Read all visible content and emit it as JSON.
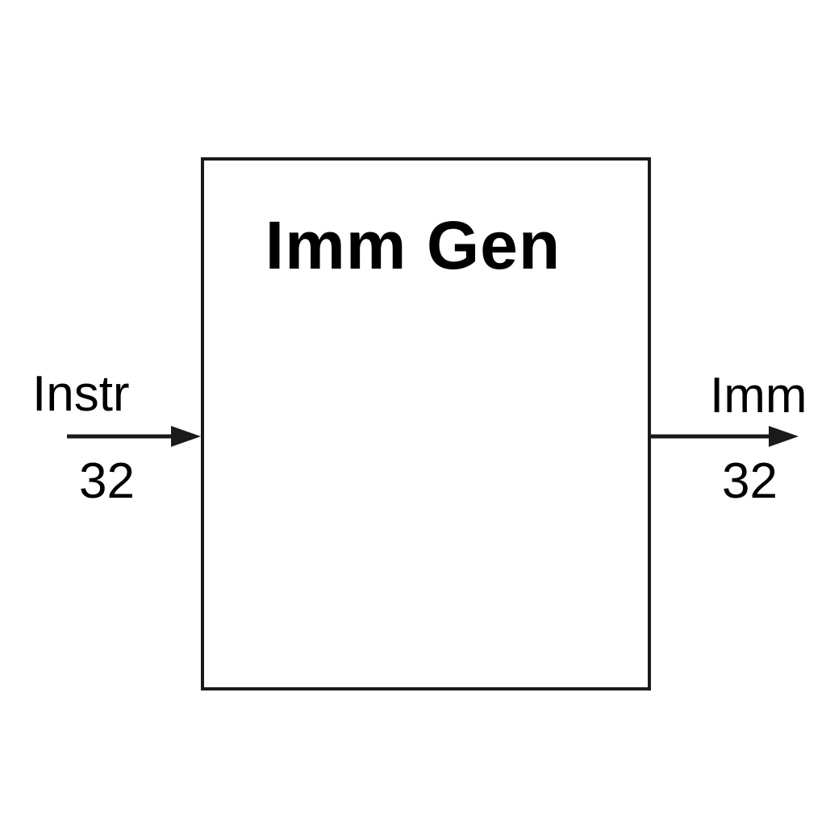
{
  "block": {
    "title": "Imm Gen"
  },
  "input": {
    "name": "Instr",
    "width": "32"
  },
  "output": {
    "name": "Imm",
    "width": "32"
  },
  "colors": {
    "stroke": "#1a1a1a",
    "text": "#000000",
    "background": "#ffffff"
  }
}
